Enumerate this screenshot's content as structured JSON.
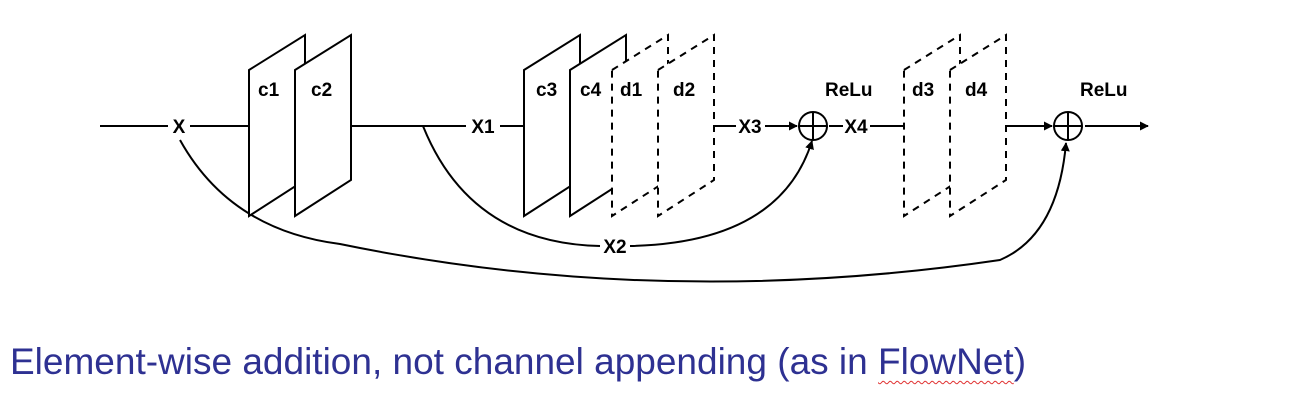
{
  "diagram": {
    "layers_solid": [
      "c1",
      "c2",
      "c3",
      "c4"
    ],
    "layers_dashed": [
      "d1",
      "d2",
      "d3",
      "d4"
    ],
    "signals": [
      "X",
      "X1",
      "X2",
      "X3",
      "X4"
    ],
    "activation_1": "ReLu",
    "activation_2": "ReLu"
  },
  "caption": {
    "prefix": "Element-wise addition, not channel appending (as in ",
    "highlight": "FlowNet",
    "suffix": ")"
  }
}
